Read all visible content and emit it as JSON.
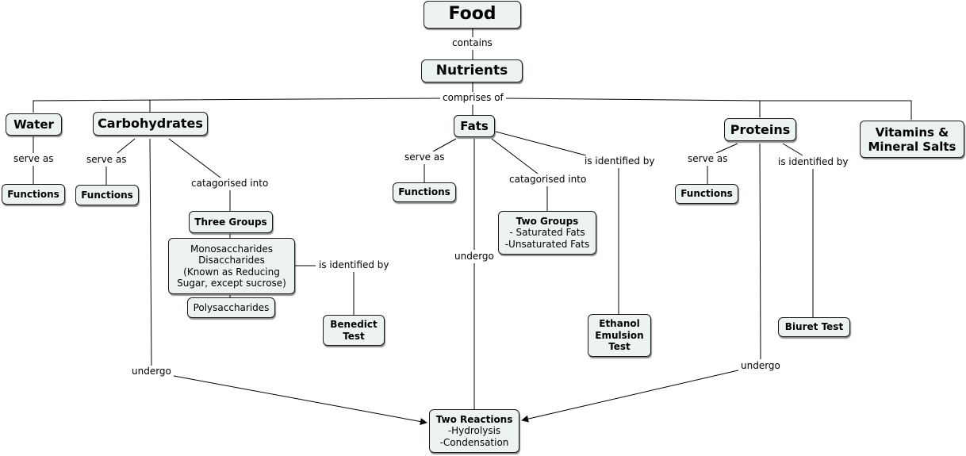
{
  "nodes": {
    "food": "Food",
    "nutrients": "Nutrients",
    "water": "Water",
    "carbohydrates": "Carbohydrates",
    "fats": "Fats",
    "proteins": "Proteins",
    "vitamins": [
      "Vitamins &",
      "Mineral Salts"
    ],
    "functions": "Functions",
    "three_groups": "Three Groups",
    "saccharides": [
      "Monosaccharides",
      "Disaccharides",
      "(Known as Reducing",
      "Sugar, except sucrose)"
    ],
    "polysaccharides": "Polysaccharides",
    "benedict": [
      "Benedict",
      "Test"
    ],
    "two_groups": {
      "title": "Two Groups",
      "items": [
        "- Saturated Fats",
        "-Unsaturated Fats"
      ]
    },
    "ethanol": [
      "Ethanol",
      "Emulsion",
      "Test"
    ],
    "biuret": "Biuret Test",
    "reactions": {
      "title": "Two Reactions",
      "items": [
        "-Hydrolysis",
        "-Condensation"
      ]
    }
  },
  "links": {
    "contains": "contains",
    "comprises_of": "comprises of",
    "serve_as": "serve as",
    "categorised_into": "catagorised into",
    "is_identified_by": "is identified by",
    "undergo": "undergo"
  },
  "colors": {
    "node_fill": "#edf3f3",
    "node_border": "#1a1a1a",
    "line": "#000000"
  }
}
